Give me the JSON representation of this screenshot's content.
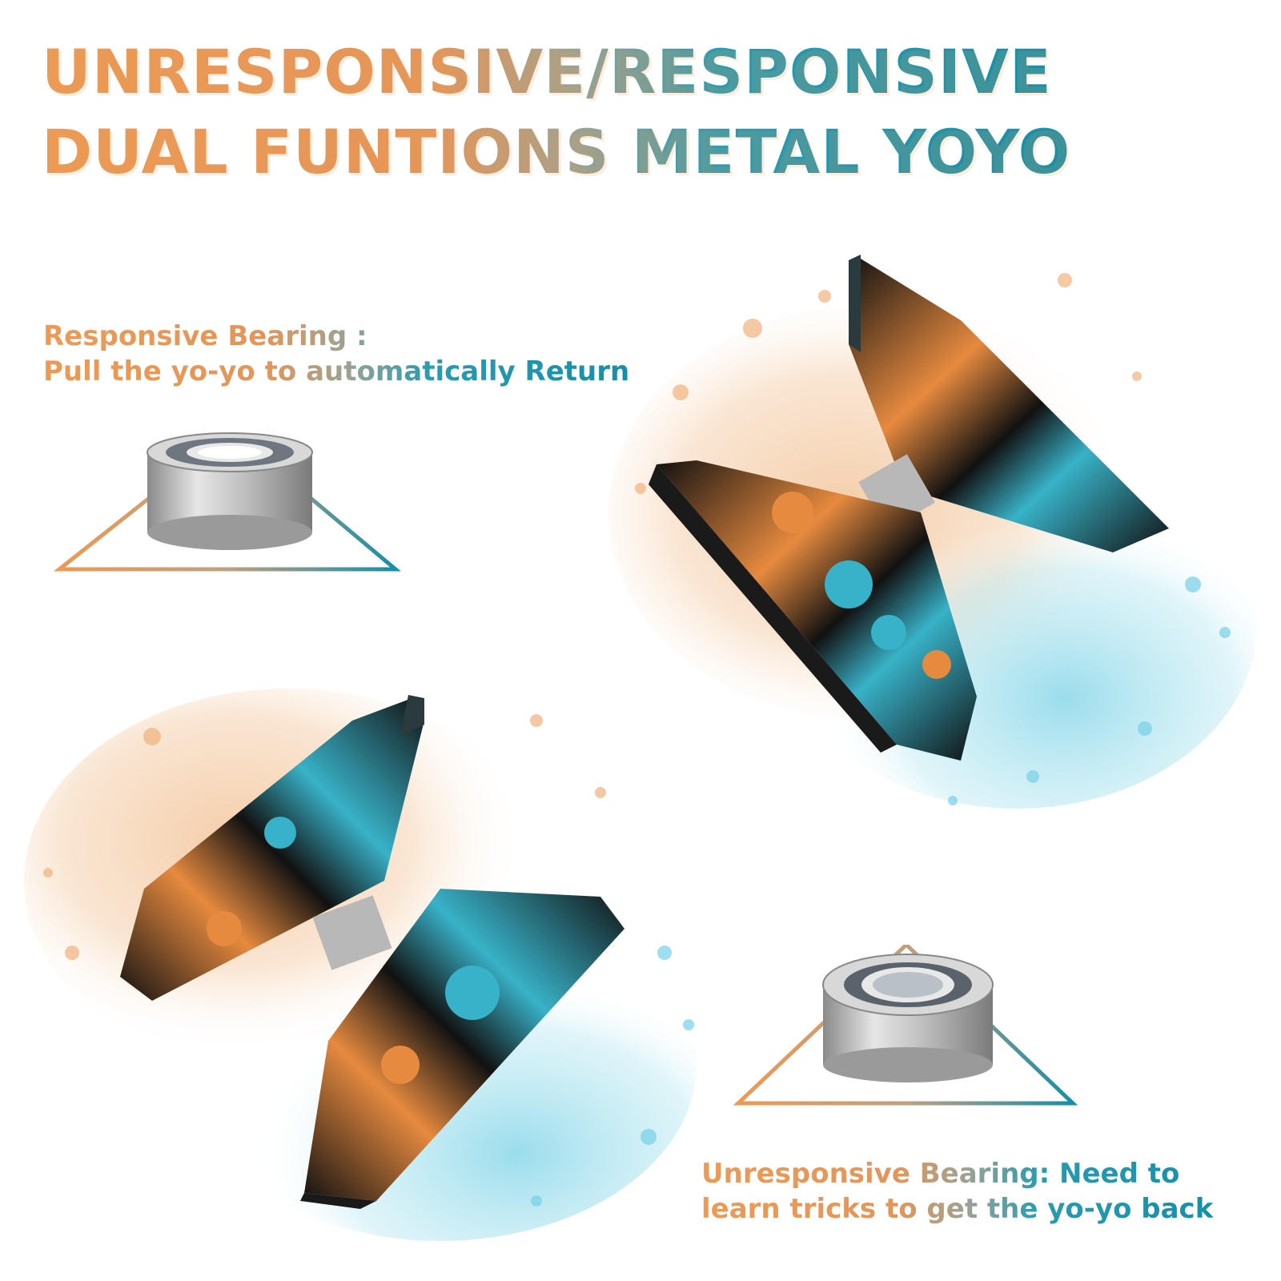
{
  "headline": {
    "line1": "UNRESPONSIVE/RESPONSIVE",
    "line2": "DUAL FUNTIONS METAL YOYO"
  },
  "responsive": {
    "line1": "Responsive Bearing :",
    "line2": "Pull the yo-yo to automatically Return"
  },
  "unresponsive": {
    "line1": "Unresponsive Bearing: Need to",
    "line2": "learn tricks to get the yo-yo back"
  },
  "colors": {
    "orange": "#ec9a55",
    "teal": "#168fa8",
    "black": "#111111",
    "silver": "#c8c8c8"
  },
  "icons": [
    "responsive-bearing",
    "unresponsive-bearing",
    "yoyo-orange-teal-splash"
  ]
}
